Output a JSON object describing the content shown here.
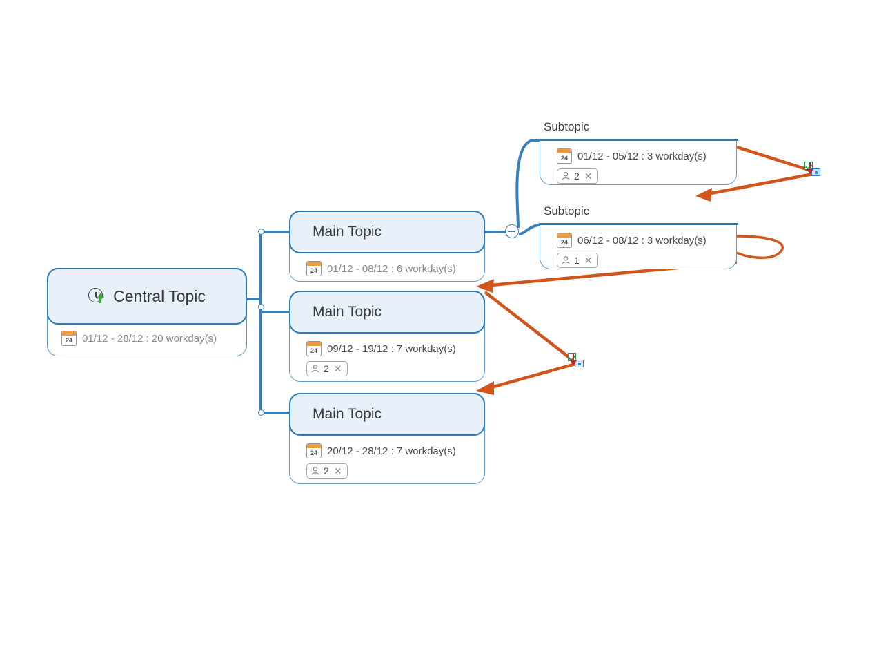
{
  "app": {
    "type": "mindmap-gantt-view",
    "colors": {
      "node_border": "#2b7cb8",
      "node_fill": "#e8f1f9",
      "outer_border": "#5b9bd0",
      "relationship_arrow": "#d1541a",
      "calendar_accent": "#ed9b41",
      "sync_ok": "#1f9a3f",
      "sync_pending": "#c1272d"
    }
  },
  "central": {
    "title": "Central Topic",
    "icon": "clock-up-arrow-icon",
    "schedule": {
      "calendar_icon": "calendar-icon",
      "calendar_day": "24",
      "text": "01/12 - 28/12 : 20 workday(s)",
      "start": "01/12",
      "end": "28/12",
      "workdays": 20
    }
  },
  "main_topics": [
    {
      "title": "Main Topic",
      "schedule": {
        "calendar_icon": "calendar-icon",
        "calendar_day": "24",
        "text": "01/12 - 08/12 : 6 workday(s)",
        "start": "01/12",
        "end": "08/12",
        "workdays": 6
      },
      "resources": null,
      "collapse_button": "collapse-minus-button",
      "subtopics": [
        {
          "label": "Subtopic",
          "schedule": {
            "calendar_icon": "calendar-icon",
            "calendar_day": "24",
            "text": "01/12 - 05/12 : 3 workday(s)",
            "start": "01/12",
            "end": "05/12",
            "workdays": 3
          },
          "resources": {
            "person_icon": "person-icon",
            "count": "2",
            "remove_icon": "close-x-icon"
          }
        },
        {
          "label": "Subtopic",
          "schedule": {
            "calendar_icon": "calendar-icon",
            "calendar_day": "24",
            "text": "06/12 - 08/12 : 3 workday(s)",
            "start": "06/12",
            "end": "08/12",
            "workdays": 3
          },
          "resources": {
            "person_icon": "person-icon",
            "count": "1",
            "remove_icon": "close-x-icon"
          }
        }
      ]
    },
    {
      "title": "Main Topic",
      "schedule": {
        "calendar_icon": "calendar-icon",
        "calendar_day": "24",
        "text": "09/12 - 19/12 : 7 workday(s)",
        "start": "09/12",
        "end": "19/12",
        "workdays": 7
      },
      "resources": {
        "person_icon": "person-icon",
        "count": "2",
        "remove_icon": "close-x-icon"
      },
      "subtopics": []
    },
    {
      "title": "Main Topic",
      "schedule": {
        "calendar_icon": "calendar-icon",
        "calendar_day": "24",
        "text": "20/12 - 28/12 : 7 workday(s)",
        "start": "20/12",
        "end": "28/12",
        "workdays": 7
      },
      "resources": {
        "person_icon": "person-icon",
        "count": "2",
        "remove_icon": "close-x-icon"
      },
      "subtopics": []
    }
  ],
  "sync_markers": [
    {
      "name": "sync-status-marker-top",
      "check_icon": "green-check-icon",
      "target_icon": "blue-target-icon",
      "arrow_icon": "red-down-arrow-icon"
    },
    {
      "name": "sync-status-marker-middle",
      "check_icon": "green-check-icon",
      "target_icon": "blue-target-icon",
      "arrow_icon": "red-down-arrow-icon"
    }
  ]
}
